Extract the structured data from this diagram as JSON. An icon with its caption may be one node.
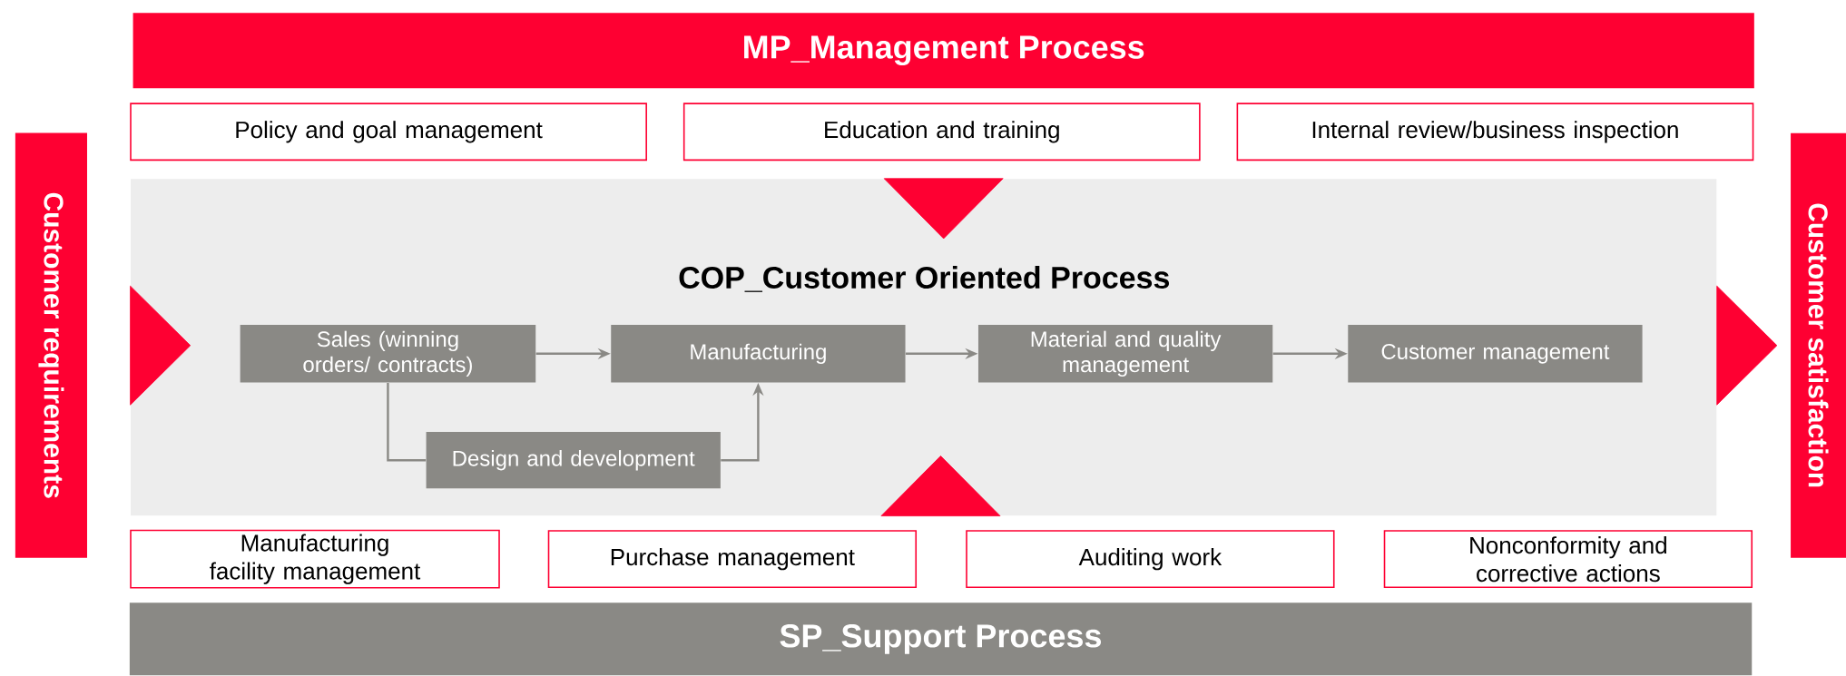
{
  "diagram": {
    "nodes": [
      {
        "text": [
          "MP_Management Process"
        ]
      },
      {
        "text": [
          "Policy and goal management"
        ]
      },
      {
        "text": [
          "Education and training"
        ]
      },
      {
        "text": [
          "Internal review/business inspection"
        ]
      },
      {
        "text": [
          "Customer requirements"
        ]
      },
      {
        "text": [
          "COP_Customer Oriented Process"
        ]
      },
      {
        "text": [
          "Sales (winning orders/ contracts)"
        ],
        "in": 5
      },
      {
        "text": [
          "Manufacturing"
        ],
        "in": 5
      },
      {
        "text": [
          "Material and quality management"
        ],
        "in": 5
      },
      {
        "text": [
          "Customer management"
        ],
        "in": 5
      },
      {
        "text": [
          "Design and development"
        ],
        "in": 5
      },
      {
        "text": [
          "Customer satisfaction"
        ]
      },
      {
        "text": [
          "Manufacturing facility management"
        ]
      },
      {
        "text": [
          "Purchase management"
        ]
      },
      {
        "text": [
          "Auditing work"
        ]
      },
      {
        "text": [
          "Nonconformity and corrective actions"
        ]
      },
      {
        "text": [
          "SP_Support Process"
        ]
      }
    ],
    "edges": [
      {
        "from": 4,
        "to": 5,
        "arrow": "to"
      },
      {
        "from": 0,
        "to": 5,
        "arrow": "to"
      },
      {
        "from": 6,
        "to": 7,
        "arrow": "to"
      },
      {
        "from": 7,
        "to": 8,
        "arrow": "to"
      },
      {
        "from": 8,
        "to": 9,
        "arrow": "to"
      },
      {
        "from": 6,
        "to": 10,
        "arrow": "none"
      },
      {
        "from": 10,
        "to": 7,
        "arrow": "to"
      },
      {
        "from": 16,
        "to": 5,
        "arrow": "to"
      },
      {
        "from": 5,
        "to": 11,
        "arrow": "to"
      }
    ]
  }
}
